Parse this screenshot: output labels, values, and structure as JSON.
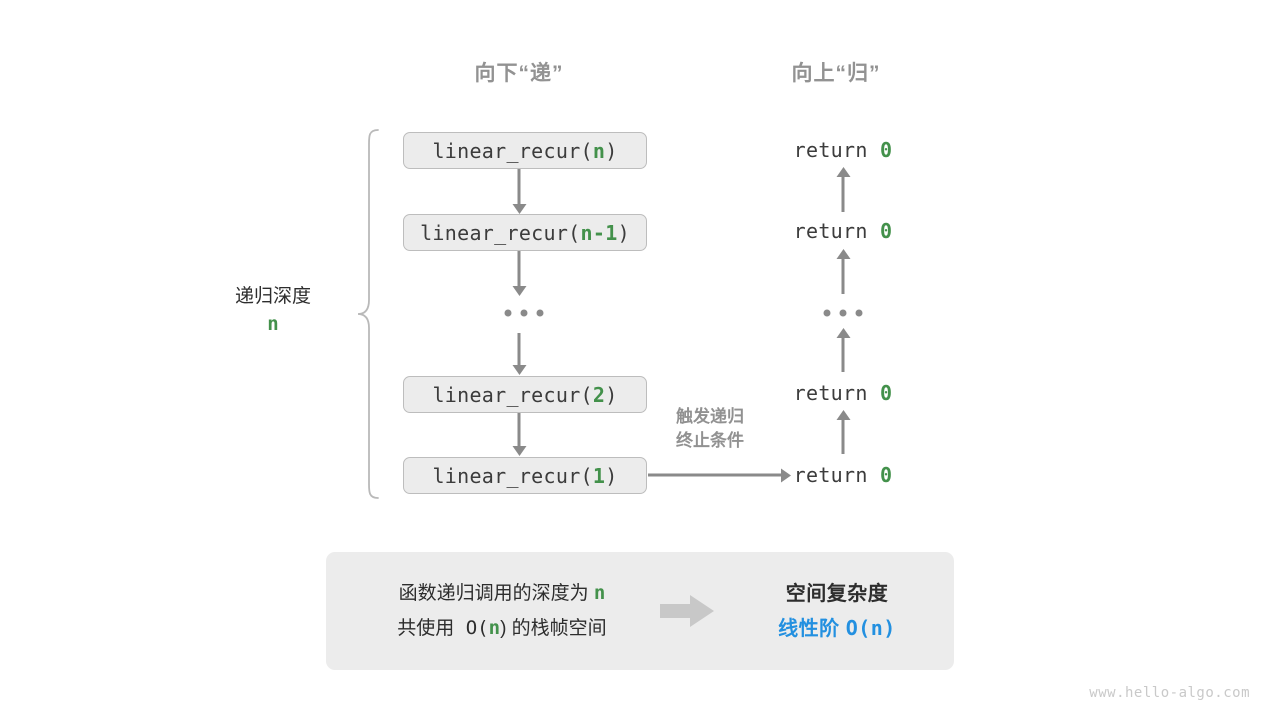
{
  "headers": {
    "down": "向下“递”",
    "up": "向上“归”"
  },
  "depth": {
    "label": "递归深度",
    "value": "n"
  },
  "call_stack": [
    {
      "prefix": "linear_recur(",
      "arg": "n",
      "suffix": ")"
    },
    {
      "prefix": "linear_recur(",
      "arg": "n-1",
      "suffix": ")"
    },
    {
      "prefix": "linear_recur(",
      "arg": "2",
      "suffix": ")"
    },
    {
      "prefix": "linear_recur(",
      "arg": "1",
      "suffix": ")"
    }
  ],
  "ellipsis": "...",
  "returns": [
    {
      "keyword": "return",
      "value": "0"
    },
    {
      "keyword": "return",
      "value": "0"
    },
    {
      "keyword": "return",
      "value": "0"
    },
    {
      "keyword": "return",
      "value": "0"
    }
  ],
  "trigger_note": {
    "line1": "触发递归",
    "line2": "终止条件"
  },
  "summary": {
    "left_line1_pre": "函数递归调用的深度为 ",
    "left_line1_var": "n",
    "left_line2_pre": "共使用 O(",
    "left_line2_var": "n",
    "left_line2_post": ") 的栈帧空间",
    "arrow_icon": "right-block-arrow-icon",
    "right_title": "空间复杂度",
    "right_value_text": "线性阶 ",
    "right_value_mono": "O(n)"
  },
  "watermark": "www.hello-algo.com",
  "colors": {
    "green": "#43914b",
    "blue": "#2390e0",
    "gray_arrow": "#8a8a8a",
    "box_fill": "#ececec",
    "box_border": "#bdbdbd",
    "header_gray": "#929292"
  }
}
